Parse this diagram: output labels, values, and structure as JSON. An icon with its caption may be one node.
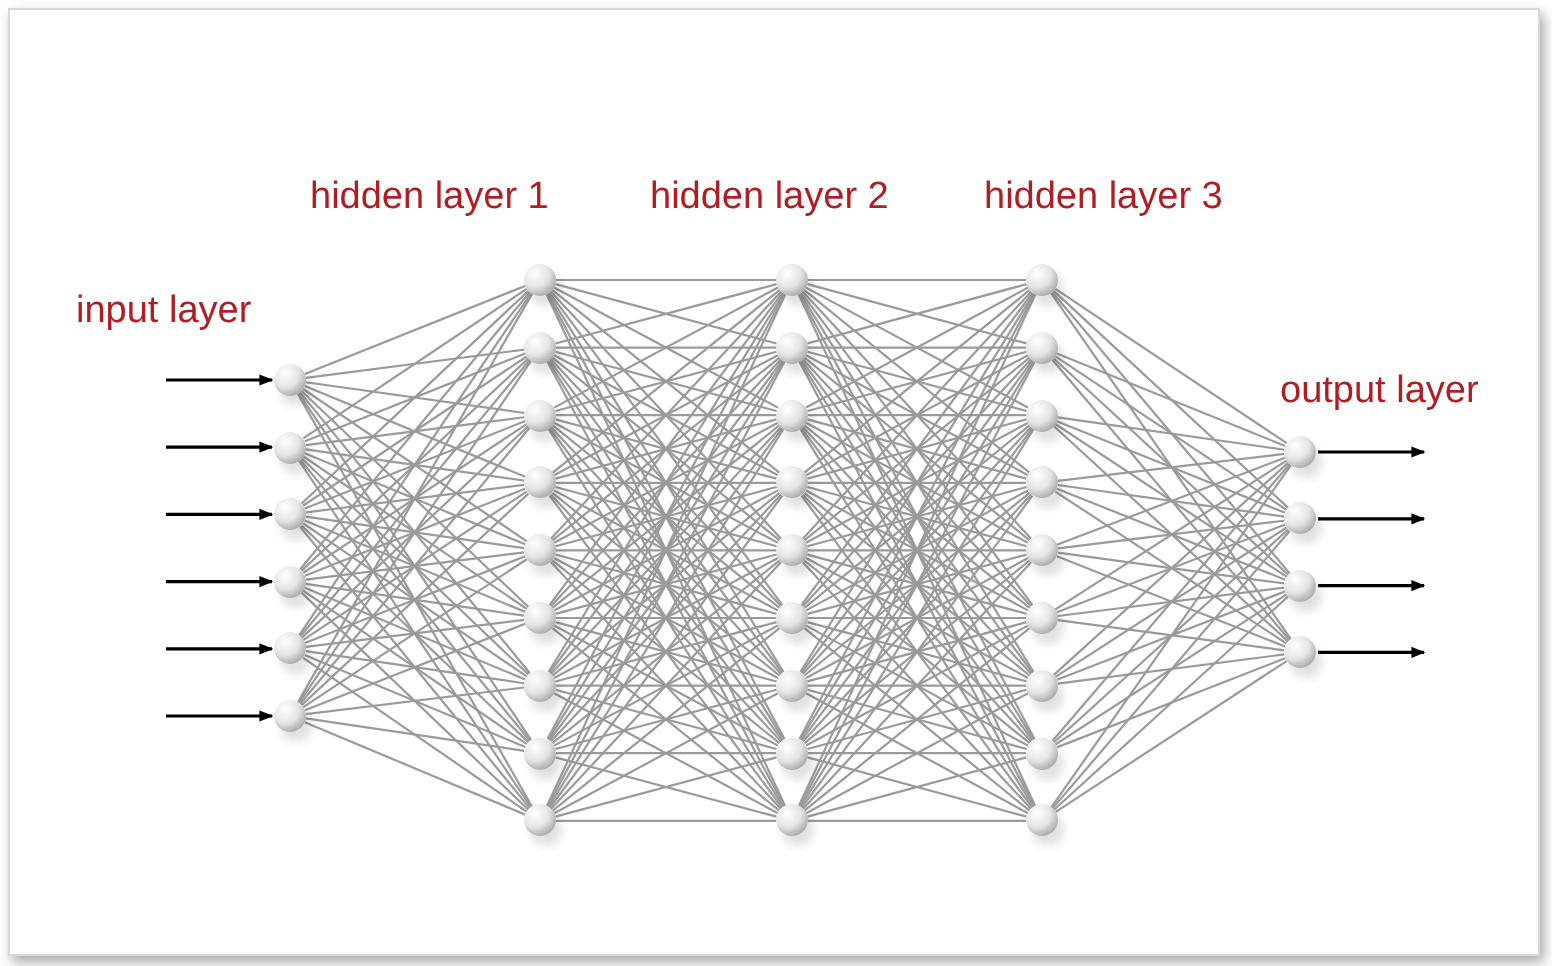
{
  "diagram": {
    "nodes": [
      {
        "text": [],
        "shape": "circle"
      },
      {
        "text": [],
        "shape": "circle"
      },
      {
        "text": [],
        "shape": "circle"
      },
      {
        "text": [],
        "shape": "circle"
      },
      {
        "text": [],
        "shape": "circle"
      },
      {
        "text": [],
        "shape": "circle"
      },
      {
        "text": [],
        "shape": "circle"
      },
      {
        "text": [],
        "shape": "circle"
      },
      {
        "text": [],
        "shape": "circle"
      },
      {
        "text": [],
        "shape": "circle"
      },
      {
        "text": [],
        "shape": "circle"
      },
      {
        "text": [],
        "shape": "circle"
      },
      {
        "text": [],
        "shape": "circle"
      },
      {
        "text": [],
        "shape": "circle"
      },
      {
        "text": [],
        "shape": "circle"
      },
      {
        "text": [],
        "shape": "circle"
      },
      {
        "text": [],
        "shape": "circle"
      },
      {
        "text": [],
        "shape": "circle"
      },
      {
        "text": [],
        "shape": "circle"
      },
      {
        "text": [],
        "shape": "circle"
      },
      {
        "text": [],
        "shape": "circle"
      },
      {
        "text": [],
        "shape": "circle"
      },
      {
        "text": [],
        "shape": "circle"
      },
      {
        "text": [],
        "shape": "circle"
      },
      {
        "text": [],
        "shape": "circle"
      },
      {
        "text": [],
        "shape": "circle"
      },
      {
        "text": [],
        "shape": "circle"
      },
      {
        "text": [],
        "shape": "circle"
      },
      {
        "text": [],
        "shape": "circle"
      },
      {
        "text": [],
        "shape": "circle"
      },
      {
        "text": [],
        "shape": "circle"
      },
      {
        "text": [],
        "shape": "circle"
      },
      {
        "text": [],
        "shape": "circle"
      },
      {
        "text": [],
        "shape": "circle"
      },
      {
        "text": [],
        "shape": "circle"
      },
      {
        "text": [],
        "shape": "circle"
      },
      {
        "text": [],
        "shape": "circle"
      }
    ],
    "edges": [
      {
        "from": null,
        "to": 0,
        "arrow": "to",
        "color": "#000000"
      },
      {
        "from": null,
        "to": 1,
        "arrow": "to",
        "color": "#000000"
      },
      {
        "from": null,
        "to": 2,
        "arrow": "to",
        "color": "#000000"
      },
      {
        "from": null,
        "to": 3,
        "arrow": "to",
        "color": "#000000"
      },
      {
        "from": null,
        "to": 4,
        "arrow": "to",
        "color": "#000000"
      },
      {
        "from": null,
        "to": 5,
        "arrow": "to",
        "color": "#000000"
      },
      {
        "from": 0,
        "to": 6,
        "arrow": "none"
      },
      {
        "from": 0,
        "to": 7,
        "arrow": "none"
      },
      {
        "from": 0,
        "to": 8,
        "arrow": "none"
      },
      {
        "from": 0,
        "to": 9,
        "arrow": "none"
      },
      {
        "from": 0,
        "to": 10,
        "arrow": "none"
      },
      {
        "from": 0,
        "to": 11,
        "arrow": "none"
      },
      {
        "from": 0,
        "to": 12,
        "arrow": "none"
      },
      {
        "from": 0,
        "to": 13,
        "arrow": "none"
      },
      {
        "from": 0,
        "to": 14,
        "arrow": "none"
      },
      {
        "from": 1,
        "to": 6,
        "arrow": "none"
      },
      {
        "from": 1,
        "to": 7,
        "arrow": "none"
      },
      {
        "from": 1,
        "to": 8,
        "arrow": "none"
      },
      {
        "from": 1,
        "to": 9,
        "arrow": "none"
      },
      {
        "from": 1,
        "to": 10,
        "arrow": "none"
      },
      {
        "from": 1,
        "to": 11,
        "arrow": "none"
      },
      {
        "from": 1,
        "to": 12,
        "arrow": "none"
      },
      {
        "from": 1,
        "to": 13,
        "arrow": "none"
      },
      {
        "from": 1,
        "to": 14,
        "arrow": "none"
      },
      {
        "from": 2,
        "to": 6,
        "arrow": "none"
      },
      {
        "from": 2,
        "to": 7,
        "arrow": "none"
      },
      {
        "from": 2,
        "to": 8,
        "arrow": "none"
      },
      {
        "from": 2,
        "to": 9,
        "arrow": "none"
      },
      {
        "from": 2,
        "to": 10,
        "arrow": "none"
      },
      {
        "from": 2,
        "to": 11,
        "arrow": "none"
      },
      {
        "from": 2,
        "to": 12,
        "arrow": "none"
      },
      {
        "from": 2,
        "to": 13,
        "arrow": "none"
      },
      {
        "from": 2,
        "to": 14,
        "arrow": "none"
      },
      {
        "from": 3,
        "to": 6,
        "arrow": "none"
      },
      {
        "from": 3,
        "to": 7,
        "arrow": "none"
      },
      {
        "from": 3,
        "to": 8,
        "arrow": "none"
      },
      {
        "from": 3,
        "to": 9,
        "arrow": "none"
      },
      {
        "from": 3,
        "to": 10,
        "arrow": "none"
      },
      {
        "from": 3,
        "to": 11,
        "arrow": "none"
      },
      {
        "from": 3,
        "to": 12,
        "arrow": "none"
      },
      {
        "from": 3,
        "to": 13,
        "arrow": "none"
      },
      {
        "from": 3,
        "to": 14,
        "arrow": "none"
      },
      {
        "from": 4,
        "to": 6,
        "arrow": "none"
      },
      {
        "from": 4,
        "to": 7,
        "arrow": "none"
      },
      {
        "from": 4,
        "to": 8,
        "arrow": "none"
      },
      {
        "from": 4,
        "to": 9,
        "arrow": "none"
      },
      {
        "from": 4,
        "to": 10,
        "arrow": "none"
      },
      {
        "from": 4,
        "to": 11,
        "arrow": "none"
      },
      {
        "from": 4,
        "to": 12,
        "arrow": "none"
      },
      {
        "from": 4,
        "to": 13,
        "arrow": "none"
      },
      {
        "from": 4,
        "to": 14,
        "arrow": "none"
      },
      {
        "from": 5,
        "to": 6,
        "arrow": "none"
      },
      {
        "from": 5,
        "to": 7,
        "arrow": "none"
      },
      {
        "from": 5,
        "to": 8,
        "arrow": "none"
      },
      {
        "from": 5,
        "to": 9,
        "arrow": "none"
      },
      {
        "from": 5,
        "to": 10,
        "arrow": "none"
      },
      {
        "from": 5,
        "to": 11,
        "arrow": "none"
      },
      {
        "from": 5,
        "to": 12,
        "arrow": "none"
      },
      {
        "from": 5,
        "to": 13,
        "arrow": "none"
      },
      {
        "from": 5,
        "to": 14,
        "arrow": "none"
      },
      {
        "from": 6,
        "to": 15,
        "arrow": "none"
      },
      {
        "from": 6,
        "to": 16,
        "arrow": "none"
      },
      {
        "from": 6,
        "to": 17,
        "arrow": "none"
      },
      {
        "from": 6,
        "to": 18,
        "arrow": "none"
      },
      {
        "from": 6,
        "to": 19,
        "arrow": "none"
      },
      {
        "from": 6,
        "to": 20,
        "arrow": "none"
      },
      {
        "from": 6,
        "to": 21,
        "arrow": "none"
      },
      {
        "from": 6,
        "to": 22,
        "arrow": "none"
      },
      {
        "from": 6,
        "to": 23,
        "arrow": "none"
      },
      {
        "from": 7,
        "to": 15,
        "arrow": "none"
      },
      {
        "from": 7,
        "to": 16,
        "arrow": "none"
      },
      {
        "from": 7,
        "to": 17,
        "arrow": "none"
      },
      {
        "from": 7,
        "to": 18,
        "arrow": "none"
      },
      {
        "from": 7,
        "to": 19,
        "arrow": "none"
      },
      {
        "from": 7,
        "to": 20,
        "arrow": "none"
      },
      {
        "from": 7,
        "to": 21,
        "arrow": "none"
      },
      {
        "from": 7,
        "to": 22,
        "arrow": "none"
      },
      {
        "from": 7,
        "to": 23,
        "arrow": "none"
      },
      {
        "from": 8,
        "to": 15,
        "arrow": "none"
      },
      {
        "from": 8,
        "to": 16,
        "arrow": "none"
      },
      {
        "from": 8,
        "to": 17,
        "arrow": "none"
      },
      {
        "from": 8,
        "to": 18,
        "arrow": "none"
      },
      {
        "from": 8,
        "to": 19,
        "arrow": "none"
      },
      {
        "from": 8,
        "to": 20,
        "arrow": "none"
      },
      {
        "from": 8,
        "to": 21,
        "arrow": "none"
      },
      {
        "from": 8,
        "to": 22,
        "arrow": "none"
      },
      {
        "from": 8,
        "to": 23,
        "arrow": "none"
      },
      {
        "from": 9,
        "to": 15,
        "arrow": "none"
      },
      {
        "from": 9,
        "to": 16,
        "arrow": "none"
      },
      {
        "from": 9,
        "to": 17,
        "arrow": "none"
      },
      {
        "from": 9,
        "to": 18,
        "arrow": "none"
      },
      {
        "from": 9,
        "to": 19,
        "arrow": "none"
      },
      {
        "from": 9,
        "to": 20,
        "arrow": "none"
      },
      {
        "from": 9,
        "to": 21,
        "arrow": "none"
      },
      {
        "from": 9,
        "to": 22,
        "arrow": "none"
      },
      {
        "from": 9,
        "to": 23,
        "arrow": "none"
      },
      {
        "from": 10,
        "to": 15,
        "arrow": "none"
      },
      {
        "from": 10,
        "to": 16,
        "arrow": "none"
      },
      {
        "from": 10,
        "to": 17,
        "arrow": "none"
      },
      {
        "from": 10,
        "to": 18,
        "arrow": "none"
      },
      {
        "from": 10,
        "to": 19,
        "arrow": "none"
      },
      {
        "from": 10,
        "to": 20,
        "arrow": "none"
      },
      {
        "from": 10,
        "to": 21,
        "arrow": "none"
      },
      {
        "from": 10,
        "to": 22,
        "arrow": "none"
      },
      {
        "from": 10,
        "to": 23,
        "arrow": "none"
      },
      {
        "from": 11,
        "to": 15,
        "arrow": "none"
      },
      {
        "from": 11,
        "to": 16,
        "arrow": "none"
      },
      {
        "from": 11,
        "to": 17,
        "arrow": "none"
      },
      {
        "from": 11,
        "to": 18,
        "arrow": "none"
      },
      {
        "from": 11,
        "to": 19,
        "arrow": "none"
      },
      {
        "from": 11,
        "to": 20,
        "arrow": "none"
      },
      {
        "from": 11,
        "to": 21,
        "arrow": "none"
      },
      {
        "from": 11,
        "to": 22,
        "arrow": "none"
      },
      {
        "from": 11,
        "to": 23,
        "arrow": "none"
      },
      {
        "from": 12,
        "to": 15,
        "arrow": "none"
      },
      {
        "from": 12,
        "to": 16,
        "arrow": "none"
      },
      {
        "from": 12,
        "to": 17,
        "arrow": "none"
      },
      {
        "from": 12,
        "to": 18,
        "arrow": "none"
      },
      {
        "from": 12,
        "to": 19,
        "arrow": "none"
      },
      {
        "from": 12,
        "to": 20,
        "arrow": "none"
      },
      {
        "from": 12,
        "to": 21,
        "arrow": "none"
      },
      {
        "from": 12,
        "to": 22,
        "arrow": "none"
      },
      {
        "from": 12,
        "to": 23,
        "arrow": "none"
      },
      {
        "from": 13,
        "to": 15,
        "arrow": "none"
      },
      {
        "from": 13,
        "to": 16,
        "arrow": "none"
      },
      {
        "from": 13,
        "to": 17,
        "arrow": "none"
      },
      {
        "from": 13,
        "to": 18,
        "arrow": "none"
      },
      {
        "from": 13,
        "to": 19,
        "arrow": "none"
      },
      {
        "from": 13,
        "to": 20,
        "arrow": "none"
      },
      {
        "from": 13,
        "to": 21,
        "arrow": "none"
      },
      {
        "from": 13,
        "to": 22,
        "arrow": "none"
      },
      {
        "from": 13,
        "to": 23,
        "arrow": "none"
      },
      {
        "from": 14,
        "to": 15,
        "arrow": "none"
      },
      {
        "from": 14,
        "to": 16,
        "arrow": "none"
      },
      {
        "from": 14,
        "to": 17,
        "arrow": "none"
      },
      {
        "from": 14,
        "to": 18,
        "arrow": "none"
      },
      {
        "from": 14,
        "to": 19,
        "arrow": "none"
      },
      {
        "from": 14,
        "to": 20,
        "arrow": "none"
      },
      {
        "from": 14,
        "to": 21,
        "arrow": "none"
      },
      {
        "from": 14,
        "to": 22,
        "arrow": "none"
      },
      {
        "from": 14,
        "to": 23,
        "arrow": "none"
      },
      {
        "from": 15,
        "to": 24,
        "arrow": "none"
      },
      {
        "from": 15,
        "to": 25,
        "arrow": "none"
      },
      {
        "from": 15,
        "to": 26,
        "arrow": "none"
      },
      {
        "from": 15,
        "to": 27,
        "arrow": "none"
      },
      {
        "from": 15,
        "to": 28,
        "arrow": "none"
      },
      {
        "from": 15,
        "to": 29,
        "arrow": "none"
      },
      {
        "from": 15,
        "to": 30,
        "arrow": "none"
      },
      {
        "from": 15,
        "to": 31,
        "arrow": "none"
      },
      {
        "from": 15,
        "to": 32,
        "arrow": "none"
      },
      {
        "from": 16,
        "to": 24,
        "arrow": "none"
      },
      {
        "from": 16,
        "to": 25,
        "arrow": "none"
      },
      {
        "from": 16,
        "to": 26,
        "arrow": "none"
      },
      {
        "from": 16,
        "to": 27,
        "arrow": "none"
      },
      {
        "from": 16,
        "to": 28,
        "arrow": "none"
      },
      {
        "from": 16,
        "to": 29,
        "arrow": "none"
      },
      {
        "from": 16,
        "to": 30,
        "arrow": "none"
      },
      {
        "from": 16,
        "to": 31,
        "arrow": "none"
      },
      {
        "from": 16,
        "to": 32,
        "arrow": "none"
      },
      {
        "from": 17,
        "to": 24,
        "arrow": "none"
      },
      {
        "from": 17,
        "to": 25,
        "arrow": "none"
      },
      {
        "from": 17,
        "to": 26,
        "arrow": "none"
      },
      {
        "from": 17,
        "to": 27,
        "arrow": "none"
      },
      {
        "from": 17,
        "to": 28,
        "arrow": "none"
      },
      {
        "from": 17,
        "to": 29,
        "arrow": "none"
      },
      {
        "from": 17,
        "to": 30,
        "arrow": "none"
      },
      {
        "from": 17,
        "to": 31,
        "arrow": "none"
      },
      {
        "from": 17,
        "to": 32,
        "arrow": "none"
      },
      {
        "from": 18,
        "to": 24,
        "arrow": "none"
      },
      {
        "from": 18,
        "to": 25,
        "arrow": "none"
      },
      {
        "from": 18,
        "to": 26,
        "arrow": "none"
      },
      {
        "from": 18,
        "to": 27,
        "arrow": "none"
      },
      {
        "from": 18,
        "to": 28,
        "arrow": "none"
      },
      {
        "from": 18,
        "to": 29,
        "arrow": "none"
      },
      {
        "from": 18,
        "to": 30,
        "arrow": "none"
      },
      {
        "from": 18,
        "to": 31,
        "arrow": "none"
      },
      {
        "from": 18,
        "to": 32,
        "arrow": "none"
      },
      {
        "from": 19,
        "to": 24,
        "arrow": "none"
      },
      {
        "from": 19,
        "to": 25,
        "arrow": "none"
      },
      {
        "from": 19,
        "to": 26,
        "arrow": "none"
      },
      {
        "from": 19,
        "to": 27,
        "arrow": "none"
      },
      {
        "from": 19,
        "to": 28,
        "arrow": "none"
      },
      {
        "from": 19,
        "to": 29,
        "arrow": "none"
      },
      {
        "from": 19,
        "to": 30,
        "arrow": "none"
      },
      {
        "from": 19,
        "to": 31,
        "arrow": "none"
      },
      {
        "from": 19,
        "to": 32,
        "arrow": "none"
      },
      {
        "from": 20,
        "to": 24,
        "arrow": "none"
      },
      {
        "from": 20,
        "to": 25,
        "arrow": "none"
      },
      {
        "from": 20,
        "to": 26,
        "arrow": "none"
      },
      {
        "from": 20,
        "to": 27,
        "arrow": "none"
      },
      {
        "from": 20,
        "to": 28,
        "arrow": "none"
      },
      {
        "from": 20,
        "to": 29,
        "arrow": "none"
      },
      {
        "from": 20,
        "to": 30,
        "arrow": "none"
      },
      {
        "from": 20,
        "to": 31,
        "arrow": "none"
      },
      {
        "from": 20,
        "to": 32,
        "arrow": "none"
      },
      {
        "from": 21,
        "to": 24,
        "arrow": "none"
      },
      {
        "from": 21,
        "to": 25,
        "arrow": "none"
      },
      {
        "from": 21,
        "to": 26,
        "arrow": "none"
      },
      {
        "from": 21,
        "to": 27,
        "arrow": "none"
      },
      {
        "from": 21,
        "to": 28,
        "arrow": "none"
      },
      {
        "from": 21,
        "to": 29,
        "arrow": "none"
      },
      {
        "from": 21,
        "to": 30,
        "arrow": "none"
      },
      {
        "from": 21,
        "to": 31,
        "arrow": "none"
      },
      {
        "from": 21,
        "to": 32,
        "arrow": "none"
      },
      {
        "from": 22,
        "to": 24,
        "arrow": "none"
      },
      {
        "from": 22,
        "to": 25,
        "arrow": "none"
      },
      {
        "from": 22,
        "to": 26,
        "arrow": "none"
      },
      {
        "from": 22,
        "to": 27,
        "arrow": "none"
      },
      {
        "from": 22,
        "to": 28,
        "arrow": "none"
      },
      {
        "from": 22,
        "to": 29,
        "arrow": "none"
      },
      {
        "from": 22,
        "to": 30,
        "arrow": "none"
      },
      {
        "from": 22,
        "to": 31,
        "arrow": "none"
      },
      {
        "from": 22,
        "to": 32,
        "arrow": "none"
      },
      {
        "from": 23,
        "to": 24,
        "arrow": "none"
      },
      {
        "from": 23,
        "to": 25,
        "arrow": "none"
      },
      {
        "from": 23,
        "to": 26,
        "arrow": "none"
      },
      {
        "from": 23,
        "to": 27,
        "arrow": "none"
      },
      {
        "from": 23,
        "to": 28,
        "arrow": "none"
      },
      {
        "from": 23,
        "to": 29,
        "arrow": "none"
      },
      {
        "from": 23,
        "to": 30,
        "arrow": "none"
      },
      {
        "from": 23,
        "to": 31,
        "arrow": "none"
      },
      {
        "from": 23,
        "to": 32,
        "arrow": "none"
      },
      {
        "from": 24,
        "to": 33,
        "arrow": "none"
      },
      {
        "from": 24,
        "to": 34,
        "arrow": "none"
      },
      {
        "from": 24,
        "to": 35,
        "arrow": "none"
      },
      {
        "from": 24,
        "to": 36,
        "arrow": "none"
      },
      {
        "from": 25,
        "to": 33,
        "arrow": "none"
      },
      {
        "from": 25,
        "to": 34,
        "arrow": "none"
      },
      {
        "from": 25,
        "to": 35,
        "arrow": "none"
      },
      {
        "from": 25,
        "to": 36,
        "arrow": "none"
      },
      {
        "from": 26,
        "to": 33,
        "arrow": "none"
      },
      {
        "from": 26,
        "to": 34,
        "arrow": "none"
      },
      {
        "from": 26,
        "to": 35,
        "arrow": "none"
      },
      {
        "from": 26,
        "to": 36,
        "arrow": "none"
      },
      {
        "from": 27,
        "to": 33,
        "arrow": "none"
      },
      {
        "from": 27,
        "to": 34,
        "arrow": "none"
      },
      {
        "from": 27,
        "to": 35,
        "arrow": "none"
      },
      {
        "from": 27,
        "to": 36,
        "arrow": "none"
      },
      {
        "from": 28,
        "to": 33,
        "arrow": "none"
      },
      {
        "from": 28,
        "to": 34,
        "arrow": "none"
      },
      {
        "from": 28,
        "to": 35,
        "arrow": "none"
      },
      {
        "from": 28,
        "to": 36,
        "arrow": "none"
      },
      {
        "from": 29,
        "to": 33,
        "arrow": "none"
      },
      {
        "from": 29,
        "to": 34,
        "arrow": "none"
      },
      {
        "from": 29,
        "to": 35,
        "arrow": "none"
      },
      {
        "from": 29,
        "to": 36,
        "arrow": "none"
      },
      {
        "from": 30,
        "to": 33,
        "arrow": "none"
      },
      {
        "from": 30,
        "to": 34,
        "arrow": "none"
      },
      {
        "from": 30,
        "to": 35,
        "arrow": "none"
      },
      {
        "from": 30,
        "to": 36,
        "arrow": "none"
      },
      {
        "from": 31,
        "to": 33,
        "arrow": "none"
      },
      {
        "from": 31,
        "to": 34,
        "arrow": "none"
      },
      {
        "from": 31,
        "to": 35,
        "arrow": "none"
      },
      {
        "from": 31,
        "to": 36,
        "arrow": "none"
      },
      {
        "from": 32,
        "to": 33,
        "arrow": "none"
      },
      {
        "from": 32,
        "to": 34,
        "arrow": "none"
      },
      {
        "from": 32,
        "to": 35,
        "arrow": "none"
      },
      {
        "from": 32,
        "to": 36,
        "arrow": "none"
      },
      {
        "from": 33,
        "to": null,
        "arrow": "to",
        "color": "#000000"
      },
      {
        "from": 34,
        "to": null,
        "arrow": "to",
        "color": "#000000"
      },
      {
        "from": 35,
        "to": null,
        "arrow": "to",
        "color": "#000000"
      },
      {
        "from": 36,
        "to": null,
        "arrow": "to",
        "color": "#000000"
      }
    ],
    "labels": [
      "hidden layer 1",
      "hidden layer 2",
      "hidden layer 3",
      "input layer",
      "output layer"
    ]
  }
}
